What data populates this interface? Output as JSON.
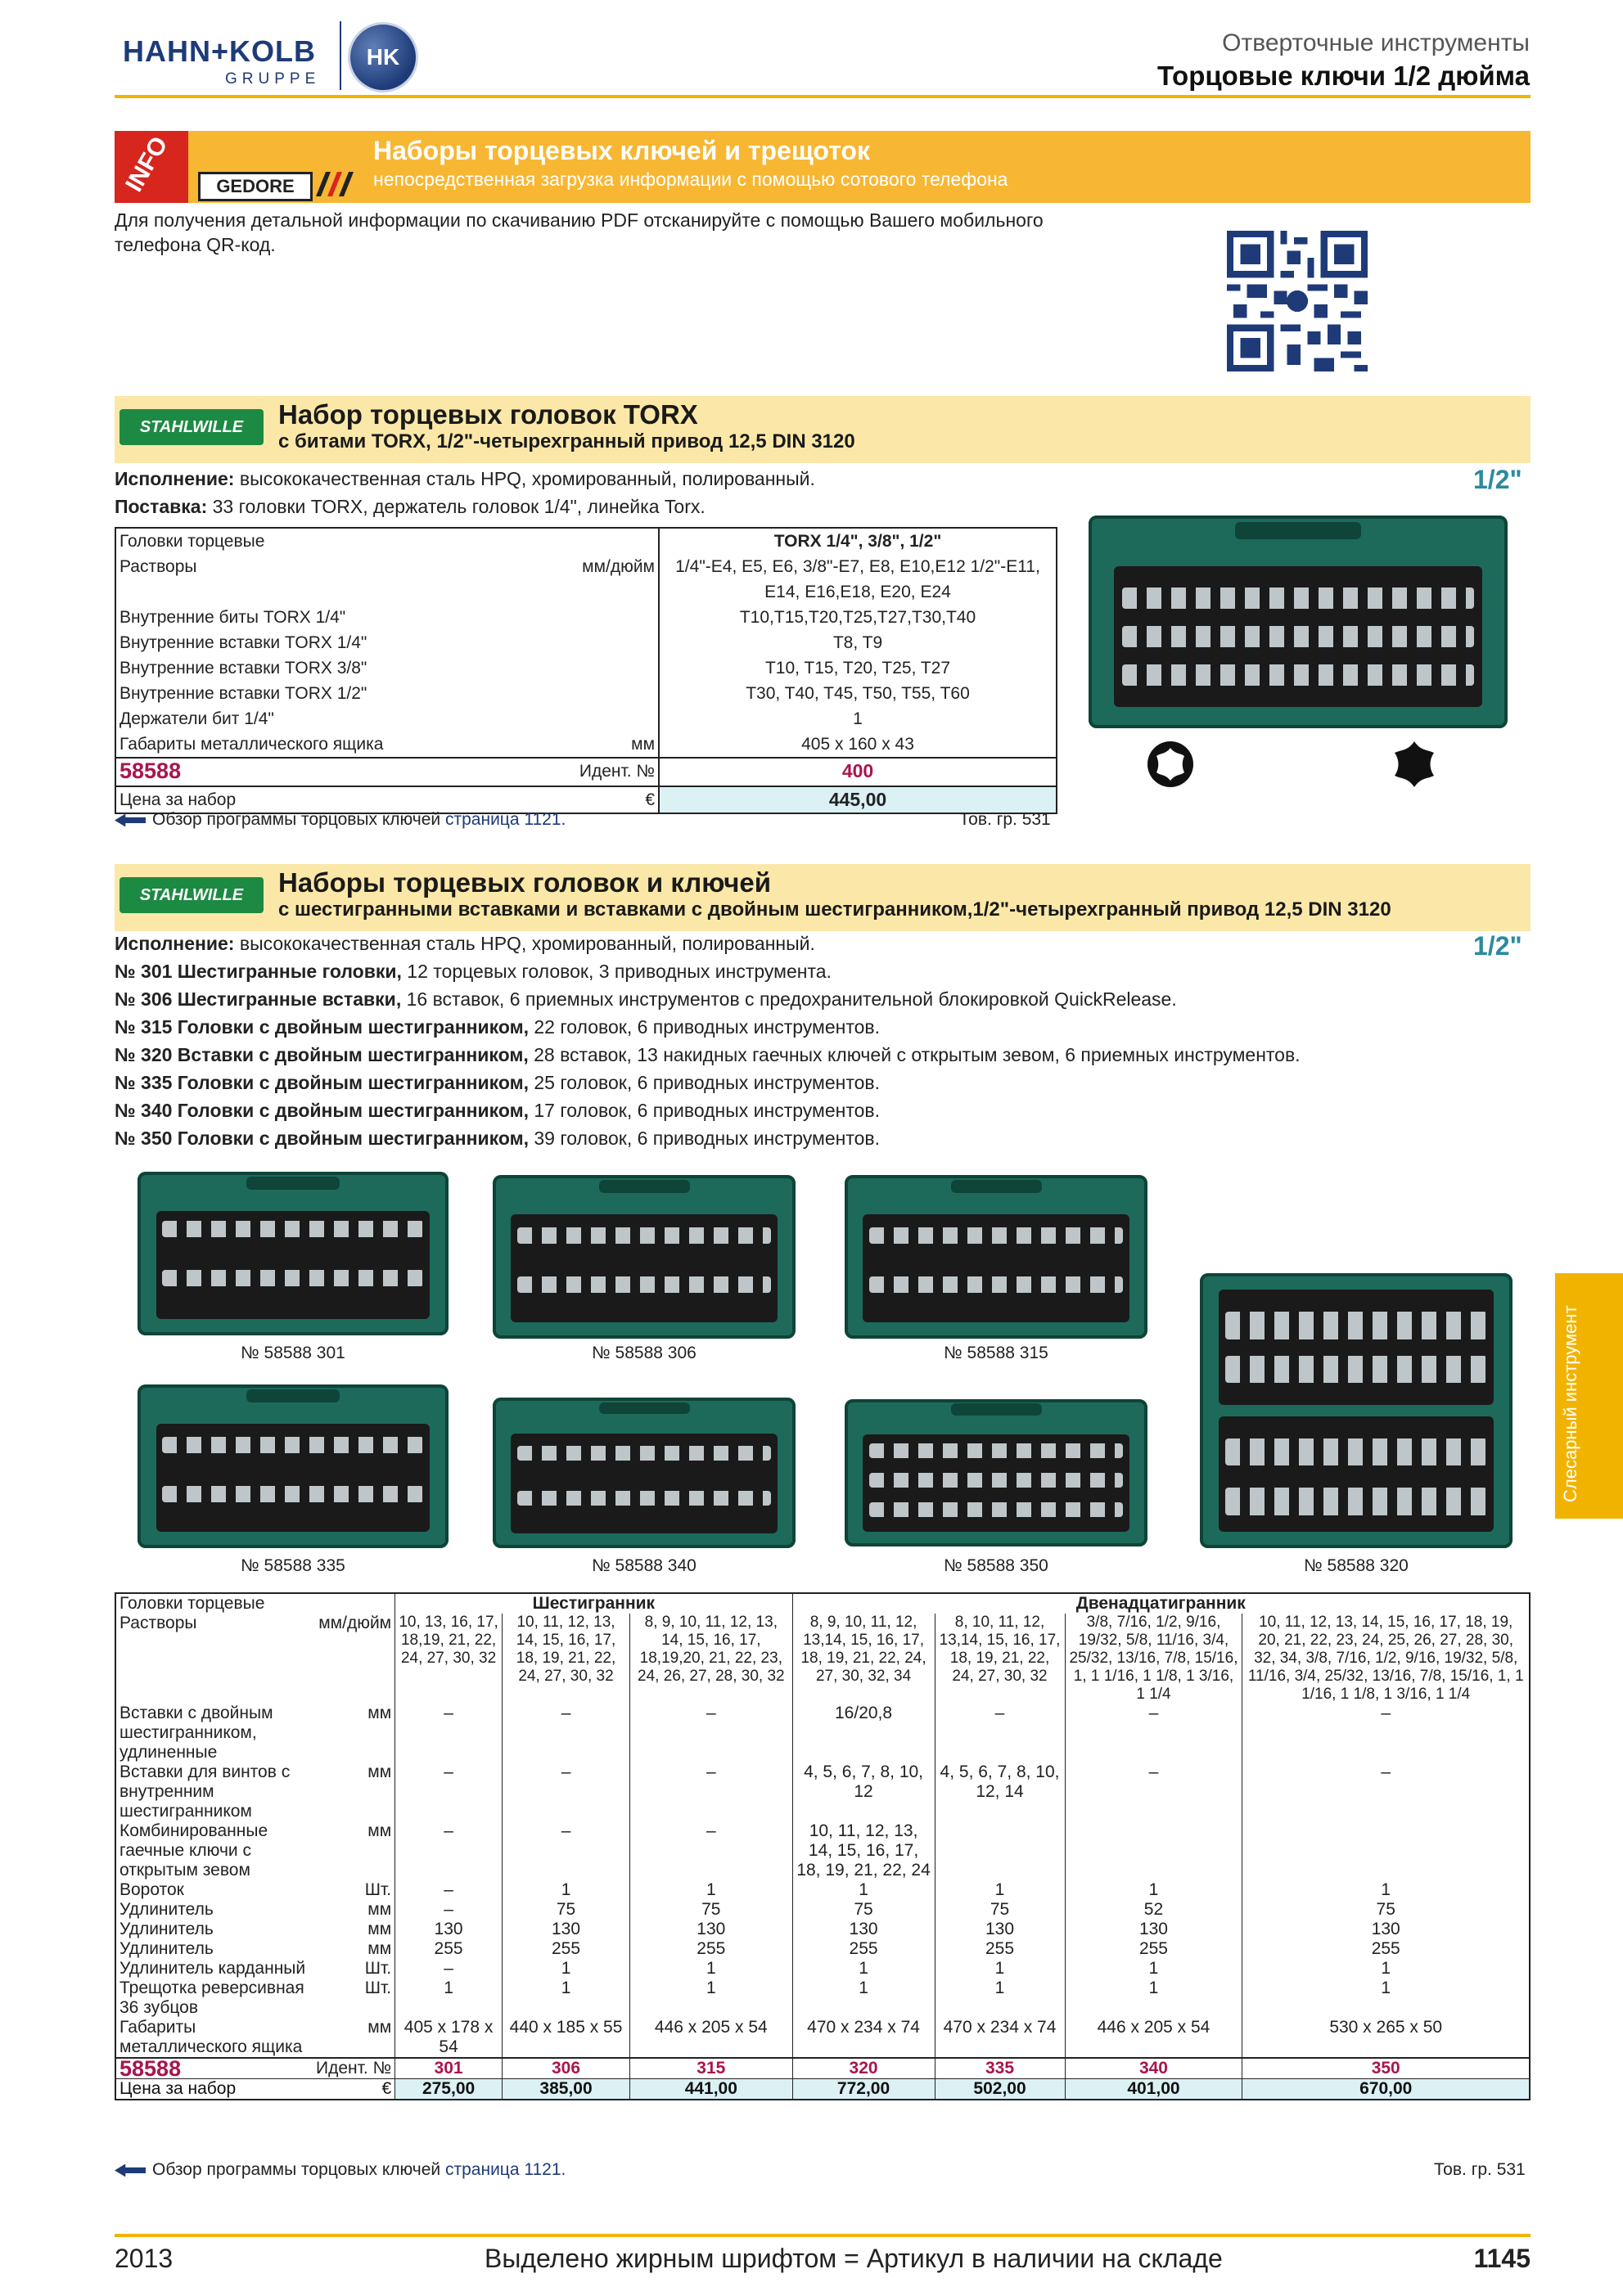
{
  "header": {
    "brand": "HAHN+KOLB",
    "brand_sub": "GRUPPE",
    "emblem_letters": "HK",
    "category": "Отверточные инструменты",
    "title": "Торцовые ключи 1/2 дюйма"
  },
  "info_block": {
    "badge": "INFO",
    "brand_logo": "GEDORE",
    "title": "Наборы торцевых ключей и трещоток",
    "subtitle": "непосредственная загрузка информации с помощью сотового телефона",
    "text": "Для получения детальной информации по скачиванию PDF отсканируйте с помощью Вашего мобильного телефона QR-код."
  },
  "torx_section": {
    "brand_logo": "STAHLWILLE",
    "title": "Набор торцевых головок TORX",
    "subtitle": "с битами TORX, 1/2\"-четырехгранный привод 12,5 DIN 3120",
    "drive_mark": "1/2\"",
    "execution_label": "Исполнение:",
    "execution_text": "высококачественная сталь HPQ, хромированный, полированный.",
    "delivery_label": "Поставка:",
    "delivery_text": "33 головки TORX, держатель головок 1/4\", линейка Torx.",
    "rows": [
      {
        "label": "Головки торцевые",
        "unit": "",
        "value": "TORX 1/4\", 3/8\", 1/2\""
      },
      {
        "label": "Растворы",
        "unit": "мм/дюйм",
        "value": "1/4\"-E4, E5, E6, 3/8\"-E7, E8, E10,E12 1/2\"-E11, E14, E16,E18, E20, E24"
      },
      {
        "label": "Внутренние биты TORX 1/4\"",
        "unit": "",
        "value": "T10,T15,T20,T25,T27,T30,T40"
      },
      {
        "label": "Внутренние вставки TORX 1/4\"",
        "unit": "",
        "value": "T8, T9"
      },
      {
        "label": "Внутренние вставки TORX 3/8\"",
        "unit": "",
        "value": "T10, T15, T20, T25, T27"
      },
      {
        "label": "Внутренние вставки TORX 1/2\"",
        "unit": "",
        "value": "T30, T40, T45, T50, T55, T60"
      },
      {
        "label": "Держатели бит 1/4\"",
        "unit": "",
        "value": "1"
      },
      {
        "label": "Габариты металлического ящика",
        "unit": "мм",
        "value": "405 x 160 x 43"
      }
    ],
    "ident_no": "58588",
    "ident_label": "Идент. №",
    "ident_value": "400",
    "price_label": "Цена за набор",
    "currency": "€",
    "price": "445,00",
    "ref_text": "Обзор программы торцовых ключей",
    "ref_link": "страница 1121.",
    "group": "Тов. гр. 531"
  },
  "sets_section": {
    "brand_logo": "STAHLWILLE",
    "title": "Наборы торцевых головок и ключей",
    "subtitle": "с шестигранными вставками и вставками с двойным шестигранником,1/2\"-четырехгранный привод 12,5 DIN 3120",
    "drive_mark": "1/2\"",
    "lines": [
      {
        "bold": "Исполнение:",
        "text": " высококачественная сталь HPQ, хромированный, полированный."
      },
      {
        "bold": "№ 301  Шестигранные головки,",
        "text": " 12 торцевых головок, 3 приводных инструмента."
      },
      {
        "bold": "№ 306  Шестигранные вставки,",
        "text": " 16 вставок, 6 приемных инструментов с предохранительной блокировкой QuickRelease."
      },
      {
        "bold": "№ 315  Головки с двойным шестигранником,",
        "text": " 22 головок, 6 приводных инструментов."
      },
      {
        "bold": "№ 320  Вставки с двойным шестигранником,",
        "text": " 28 вставок, 13 накидных гаечных ключей с открытым зевом, 6 приемных инструментов."
      },
      {
        "bold": "№ 335  Головки с двойным шестигранником,",
        "text": " 25 головок, 6 приводных инструментов."
      },
      {
        "bold": "№ 340  Головки с двойным шестигранником,",
        "text": " 17 головок, 6 приводных инструментов."
      },
      {
        "bold": "№ 350  Головки с двойным шестигранником,",
        "text": " 39 головок, 6 приводных инструментов."
      }
    ],
    "captions": [
      "№ 58588 301",
      "№ 58588 306",
      "№ 58588 315",
      "№ 58588 335",
      "№ 58588 340",
      "№ 58588 350",
      "№ 58588 320"
    ],
    "side_tab": "Слесарный инструмент",
    "table": {
      "group_hex": "Шестигранник",
      "group_twelve": "Двенадцатигранник",
      "rows": [
        {
          "label": "Головки торцевые",
          "unit": "",
          "cells": [
            "",
            "",
            "",
            "",
            "",
            "",
            ""
          ]
        },
        {
          "label": "Растворы",
          "unit": "мм/дюйм",
          "cells": [
            "10, 13, 16, 17, 18,19, 21, 22, 24, 27, 30, 32",
            "10, 11, 12, 13, 14, 15, 16, 17, 18, 19, 21, 22, 24, 27, 30, 32",
            "8, 9, 10, 11, 12, 13, 14, 15, 16, 17, 18,19,20, 21, 22, 23, 24, 26, 27, 28, 30, 32",
            "8, 9, 10, 11, 12, 13,14, 15, 16, 17, 18, 19, 21, 22, 24, 27, 30, 32, 34",
            "8, 10, 11, 12, 13,14, 15, 16, 17, 18, 19, 21, 22, 24, 27, 30, 32",
            "3/8, 7/16, 1/2, 9/16, 19/32, 5/8, 11/16, 3/4, 25/32, 13/16, 7/8, 15/16, 1, 1 1/16, 1 1/8, 1 3/16, 1 1/4",
            "10, 11, 12, 13, 14, 15, 16, 17, 18, 19, 20, 21, 22, 23, 24, 25, 26, 27, 28, 30, 32, 34, 3/8, 7/16, 1/2, 9/16, 19/32, 5/8, 11/16, 3/4, 25/32, 13/16, 7/8, 15/16, 1, 1 1/16, 1 1/8, 1 3/16, 1 1/4"
          ]
        },
        {
          "label": "Вставки с двойным шестигранником, удлиненные",
          "unit": "мм",
          "cells": [
            "–",
            "–",
            "–",
            "16/20,8",
            "–",
            "–",
            "–"
          ]
        },
        {
          "label": "Вставки для винтов с внутренним шестигранником",
          "unit": "мм",
          "cells": [
            "–",
            "–",
            "–",
            "4, 5, 6, 7, 8, 10, 12",
            "4, 5, 6, 7, 8, 10, 12, 14",
            "–",
            "–"
          ]
        },
        {
          "label": "Комбинированные гаечные ключи с открытым зевом",
          "unit": "мм",
          "cells": [
            "–",
            "–",
            "–",
            "10, 11, 12, 13, 14, 15, 16, 17, 18, 19, 21, 22, 24",
            "",
            "",
            ""
          ]
        },
        {
          "label": "Вороток",
          "unit": "Шт.",
          "cells": [
            "–",
            "1",
            "1",
            "1",
            "1",
            "1",
            "1"
          ]
        },
        {
          "label": "Удлинитель",
          "unit": "мм",
          "cells": [
            "–",
            "75",
            "75",
            "75",
            "75",
            "52",
            "75"
          ]
        },
        {
          "label": "Удлинитель",
          "unit": "мм",
          "cells": [
            "130",
            "130",
            "130",
            "130",
            "130",
            "130",
            "130"
          ]
        },
        {
          "label": "Удлинитель",
          "unit": "мм",
          "cells": [
            "255",
            "255",
            "255",
            "255",
            "255",
            "255",
            "255"
          ]
        },
        {
          "label": "Удлинитель карданный",
          "unit": "Шт.",
          "cells": [
            "–",
            "1",
            "1",
            "1",
            "1",
            "1",
            "1"
          ]
        },
        {
          "label": "Трещотка реверсивная 36 зубцов",
          "unit": "Шт.",
          "cells": [
            "1",
            "1",
            "1",
            "1",
            "1",
            "1",
            "1"
          ]
        },
        {
          "label": "Габариты металлического ящика",
          "unit": "мм",
          "cells": [
            "405 x 178 x 54",
            "440 x 185 x 55",
            "446 x 205 x 54",
            "470 x 234 x 74",
            "470 x 234 x 74",
            "446 x 205 x 54",
            "530 x 265 x 50"
          ]
        }
      ],
      "ident_no": "58588",
      "ident_label": "Идент. №",
      "idents": [
        "301",
        "306",
        "315",
        "320",
        "335",
        "340",
        "350"
      ],
      "price_label": "Цена за набор",
      "currency": "€",
      "prices": [
        "275,00",
        "385,00",
        "441,00",
        "772,00",
        "502,00",
        "401,00",
        "670,00"
      ]
    },
    "ref_text": "Обзор программы торцовых ключей",
    "ref_link": "страница 1121.",
    "group": "Тов. гр. 531"
  },
  "footer": {
    "year": "2013",
    "note": "Выделено жирным шрифтом = Артикул в наличии на складе",
    "page": "1145"
  },
  "colors": {
    "accent_yellow": "#f2b300",
    "section_bar": "#fbe8a8",
    "stahlwille_green": "#1d8a43",
    "ident_magenta": "#a8154f",
    "price_bg": "#dbf1f4",
    "brand_blue": "#1e3b78"
  },
  "icons": [
    "info-badge-icon",
    "qr-code-icon",
    "torx-socket-icon",
    "torx-bit-icon",
    "reference-arrow-icon"
  ]
}
